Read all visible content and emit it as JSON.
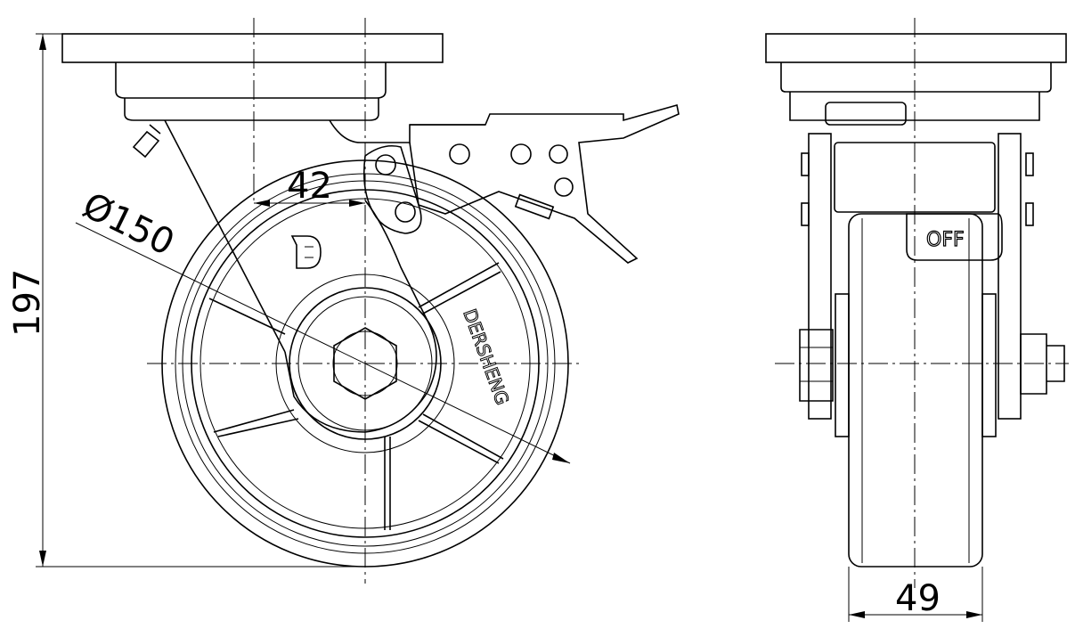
{
  "title": "Swivel caster with brake - technical drawing",
  "dimensions": {
    "height": "197",
    "offset": "42",
    "wheel_diameter": "Ø150",
    "wheel_width": "49"
  },
  "labels": {
    "brake_state": "OFF",
    "brand": "DERSHENG"
  },
  "colors": {
    "line": "#000000",
    "background": "#ffffff"
  }
}
